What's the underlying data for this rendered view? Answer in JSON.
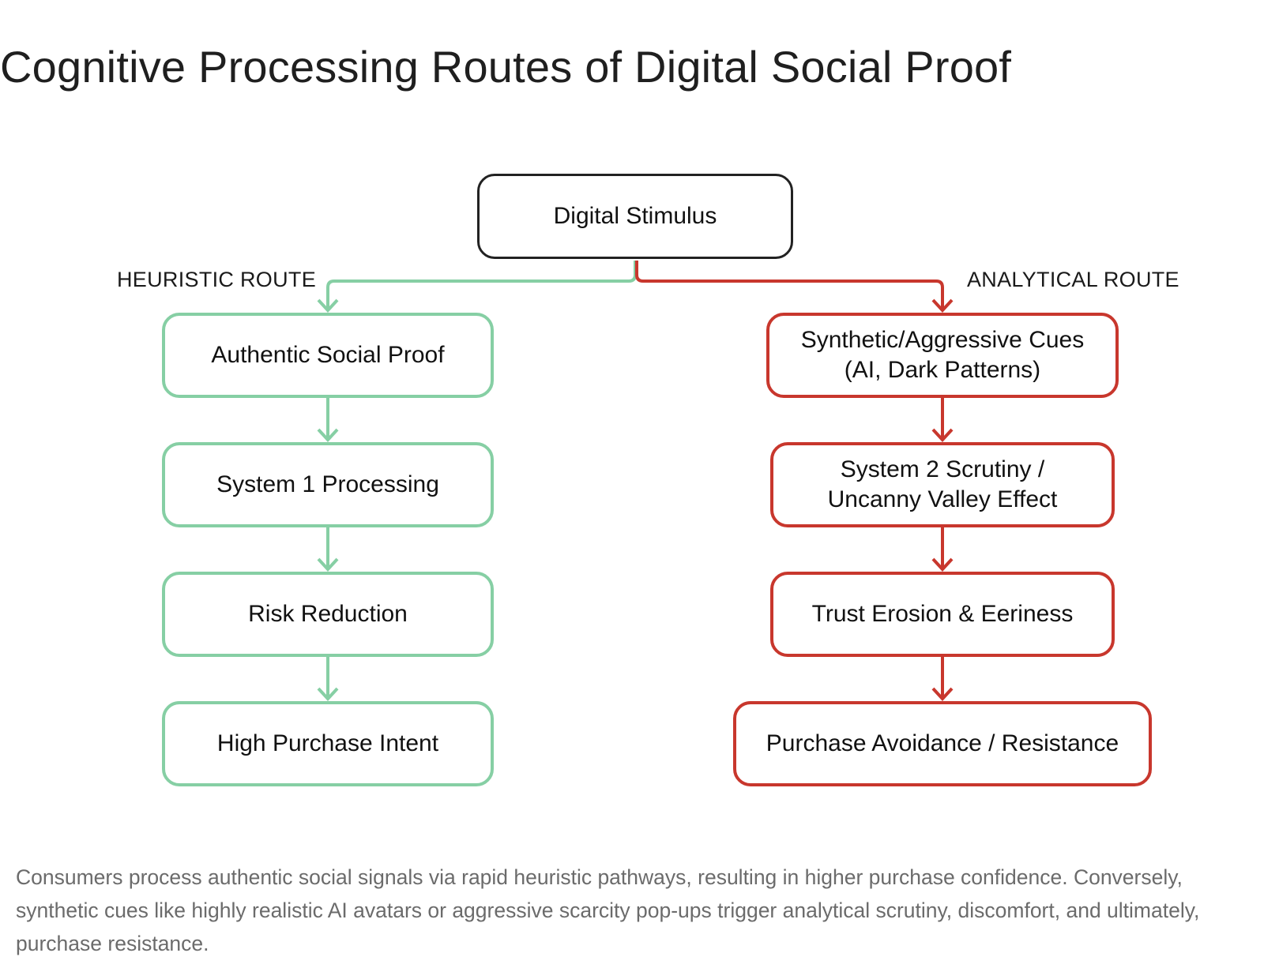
{
  "title": "Cognitive Processing Routes of Digital Social Proof",
  "diagram": {
    "root": "Digital Stimulus",
    "heuristic": {
      "label": "HEURISTIC ROUTE",
      "color": "#86cfa4",
      "steps": [
        "Authentic Social Proof",
        "System 1 Processing",
        "Risk Reduction",
        "High Purchase Intent"
      ]
    },
    "analytical": {
      "label": "ANALYTICAL ROUTE",
      "color": "#c8372d",
      "steps": [
        "Synthetic/Aggressive Cues\n(AI, Dark Patterns)",
        "System 2 Scrutiny /\nUncanny Valley Effect",
        "Trust Erosion & Eeriness",
        "Purchase Avoidance / Resistance"
      ]
    }
  },
  "caption": "Consumers process authentic social signals via rapid heuristic pathways, resulting in higher purchase confidence. Conversely, synthetic cues like highly realistic AI avatars or aggressive scarcity pop-ups trigger analytical scrutiny, discomfort, and ultimately, purchase resistance."
}
